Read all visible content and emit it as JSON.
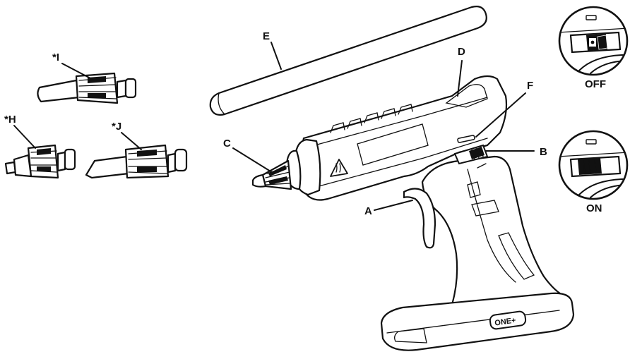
{
  "labels": {
    "a": "A",
    "b": "B",
    "c": "C",
    "d": "D",
    "e": "E",
    "f": "F",
    "h": "*H",
    "i": "*I",
    "j": "*J"
  },
  "switch_states": {
    "off": "OFF",
    "on": "ON"
  },
  "battery_logo": "ONE+",
  "icons": [
    "hot-surface-warning-icon",
    "power-switch-icon",
    "glue-stick-icon",
    "nozzle-icon"
  ],
  "colors": {
    "ink": "#111111",
    "paper": "#ffffff"
  }
}
